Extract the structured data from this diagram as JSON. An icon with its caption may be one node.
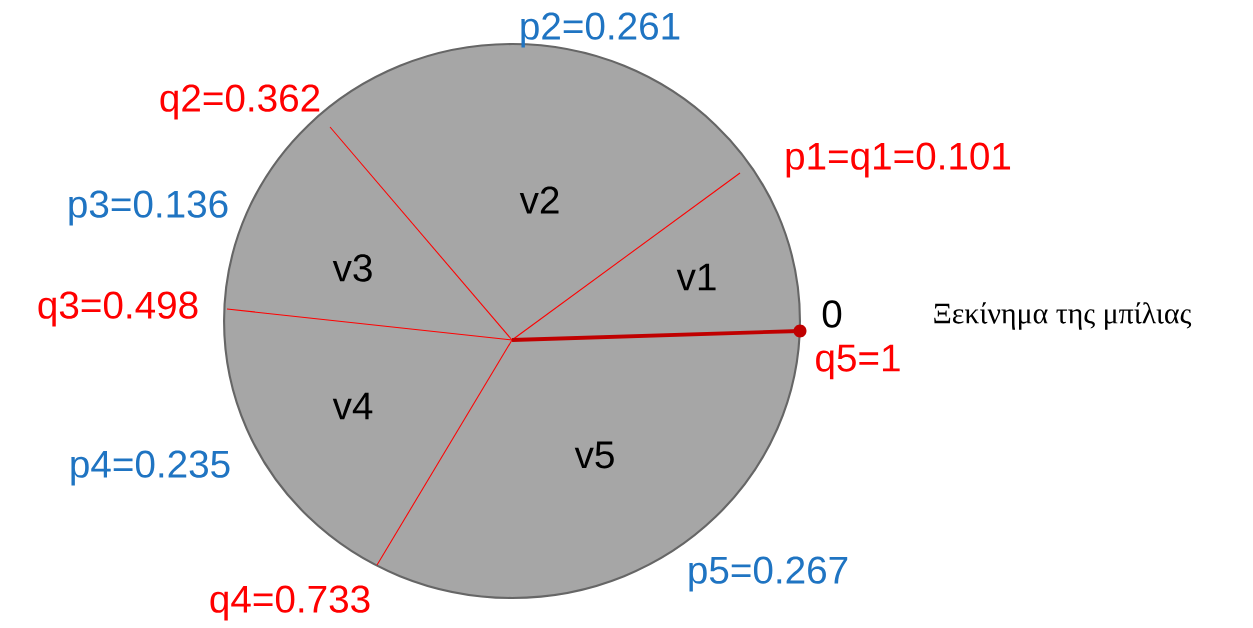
{
  "diagram": {
    "nodes": [
      {
        "text": [],
        "shape": "circle"
      },
      {
        "text": [
          "v2"
        ],
        "in": 0
      },
      {
        "text": [
          "v1"
        ],
        "in": 0
      },
      {
        "text": [
          "v3"
        ],
        "in": 0
      },
      {
        "text": [
          "v4"
        ],
        "in": 0
      },
      {
        "text": [
          "v5"
        ],
        "in": 0
      }
    ],
    "labels": [
      "p2=0.261",
      "q2=0.362",
      "p1=q1=0.101",
      "p3=0.136",
      "q3=0.498",
      "0",
      "Ξεκίνημα της μπίλιας",
      "q5=1",
      "p4=0.235",
      "p5=0.267",
      "q4=0.733"
    ]
  }
}
